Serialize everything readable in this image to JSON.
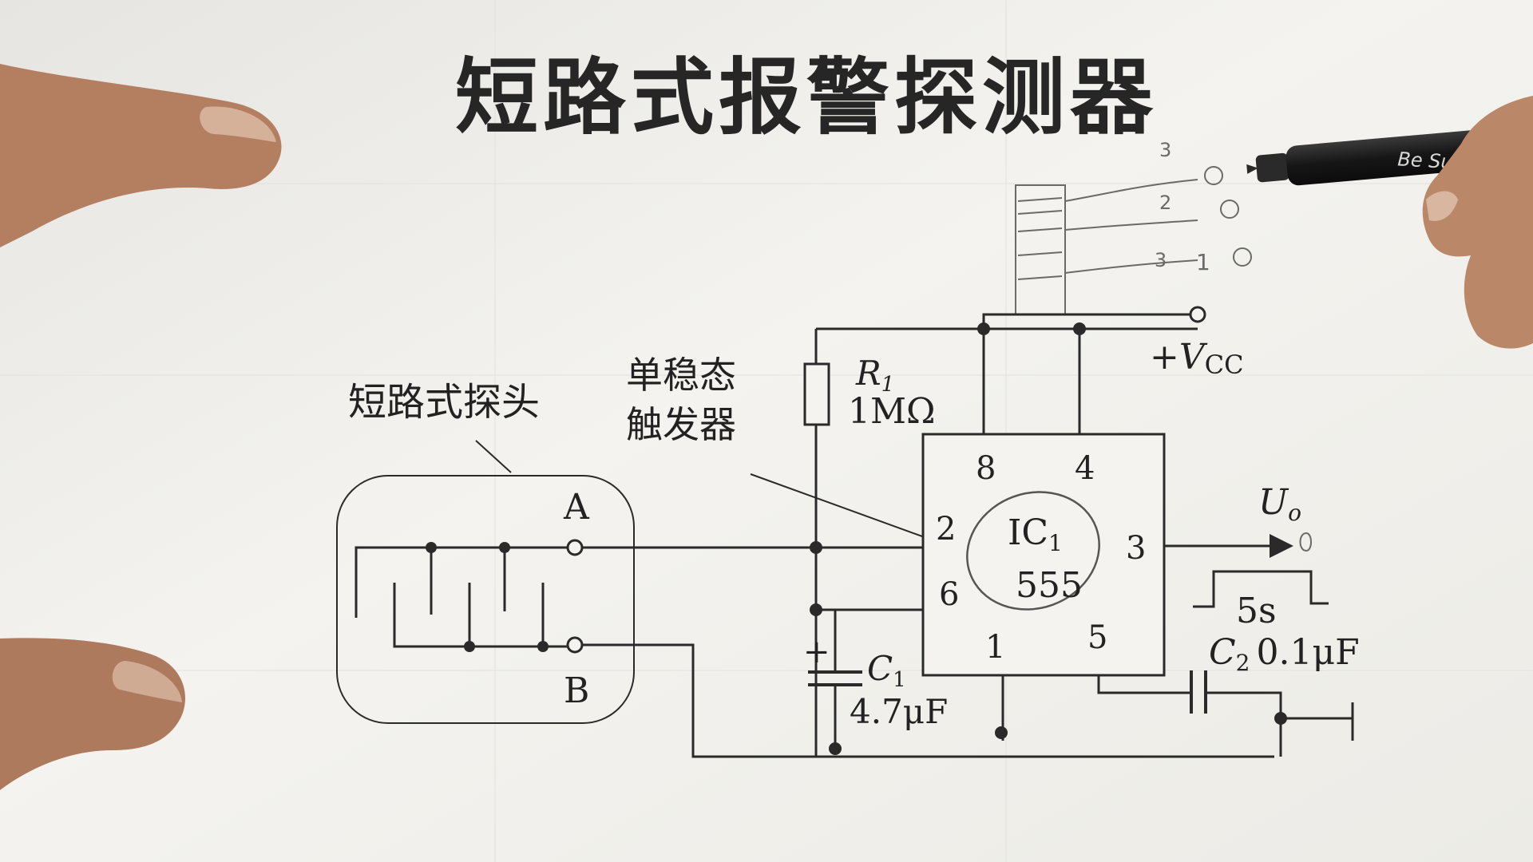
{
  "title": "短路式报警探测器",
  "probe_label": "短路式探头",
  "trigger_label": [
    "单稳态",
    "触发器"
  ],
  "terminals": {
    "a": "A",
    "b": "B"
  },
  "r1": {
    "name": "R",
    "sub": "1",
    "value": "1MΩ"
  },
  "supply": {
    "prefix": "+V",
    "sub": "CC"
  },
  "ic": {
    "name": "IC",
    "sub": "1",
    "part": "555"
  },
  "pins": {
    "p8": "8",
    "p4": "4",
    "p2": "2",
    "p6": "6",
    "p3": "3",
    "p1": "1",
    "p5": "5"
  },
  "output": {
    "name": "U",
    "sub": "o"
  },
  "pulse_width": "5s",
  "c1": {
    "polarity": "+",
    "name": "C",
    "sub": "1",
    "value": "4.7μF"
  },
  "c2": {
    "name": "C",
    "sub": "2",
    "value": "0.1μF"
  },
  "pen_brand": "Be Success",
  "sketch_marks": [
    "3",
    "2",
    "3",
    "1"
  ],
  "colors": {
    "paper": "#f3f2ee",
    "ink": "#2a2a2a",
    "pencil": "#6a6a6a",
    "skin": "#b47f60",
    "pen": "#1c1c1c"
  }
}
